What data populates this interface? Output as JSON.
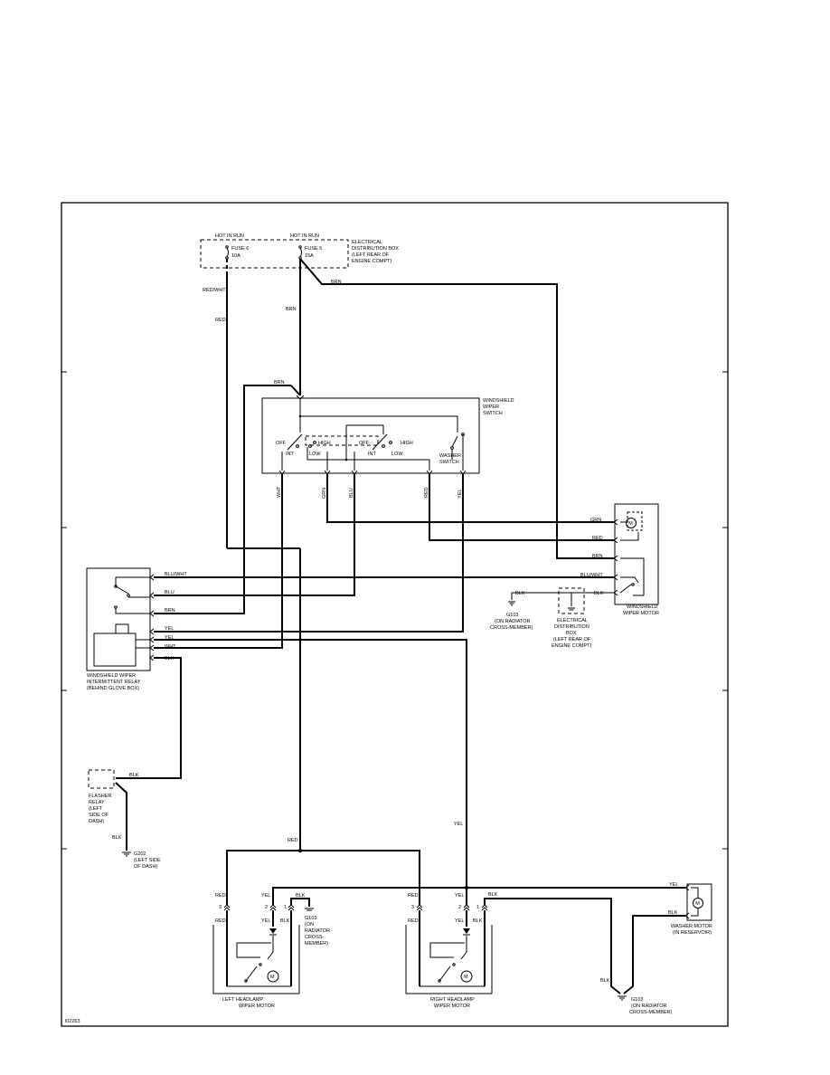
{
  "diagram_id": "l02263",
  "power": {
    "hot_left": "HOT IN RUN",
    "hot_right": "HOT IN RUN",
    "fuse6_name": "FUSE 6",
    "fuse6_rating": "10A",
    "fuse5_name": "FUSE 5",
    "fuse5_rating": "15A",
    "dist_box_lines": [
      "ELECTRICAL",
      "DISTRIBUTION BOX",
      "(LEFT REAR OF",
      "ENGINE COMPT)"
    ]
  },
  "wires": {
    "red_wht": "RED/WHT",
    "red": "RED",
    "brn": "BRN",
    "grn": "GRN",
    "blu": "BLU",
    "wht": "WHT",
    "yel": "YEL",
    "blk": "BLK",
    "blu_wht": "BLU/WHT"
  },
  "switch": {
    "title_lines": [
      "WINDSHIELD",
      "WIPER",
      "SWITCH"
    ],
    "off": "OFF",
    "int": "INT",
    "low": "LOW",
    "high": "HIGH",
    "washer_lines": [
      "WASHER",
      "SWITCH"
    ]
  },
  "relay": {
    "label_lines": [
      "WINDSHIELD WIPER",
      "INTERMITTENT RELAY",
      "(BEHIND GLOVE BOX)"
    ]
  },
  "wiper_motor": {
    "label_lines": [
      "WINDSHIELD",
      "WIPER MOTOR"
    ],
    "symbol": "M"
  },
  "g103_top": {
    "label_lines": [
      "G103",
      "(ON RADIATOR",
      "CROSS-MEMBER)"
    ]
  },
  "dist_box_mid": {
    "label_lines": [
      "ELECTRICAL",
      "DISTRIBUTION",
      "BOX",
      "(LEFT REAR OF",
      "ENGINE COMPT)"
    ]
  },
  "flasher": {
    "label_lines": [
      "FLASHER",
      "RELAY",
      "(LEFT",
      "SIDE OF",
      "DASH)"
    ]
  },
  "g202": {
    "label_lines": [
      "G202",
      "(LEFT SIDE",
      "OF DASH)"
    ]
  },
  "g103_left": {
    "label_lines": [
      "G103",
      "(ON",
      "RADIATOR",
      "CROSS-",
      "MEMBER)"
    ]
  },
  "left_headlamp": {
    "label_lines": [
      "LEFT HEADLAMP",
      "WIPER MOTOR"
    ],
    "pin3": "3",
    "pin2": "2",
    "pin1": "1"
  },
  "right_headlamp": {
    "label_lines": [
      "RIGHT HEADLAMP",
      "WIPER MOTOR"
    ],
    "pin3": "3",
    "pin2": "2",
    "pin1": "1"
  },
  "washer_motor": {
    "label_lines": [
      "WASHER MOTOR",
      "(IN RESERVOIR)"
    ],
    "symbol": "M"
  },
  "g103_bottom": {
    "label_lines": [
      "G103",
      "(ON RADIATOR",
      "CROSS-MEMBER)"
    ]
  }
}
